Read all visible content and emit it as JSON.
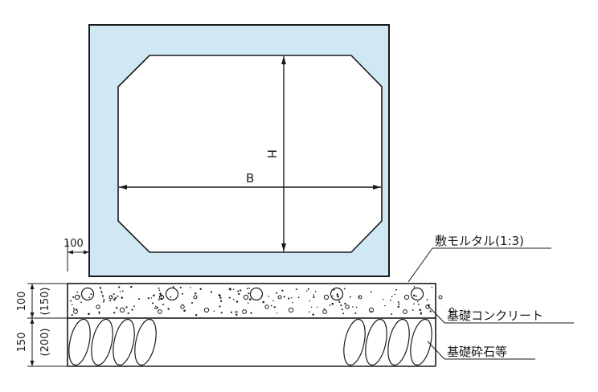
{
  "labels": {
    "inner_width": "B",
    "inner_height": "H",
    "wall_thickness": "100",
    "mortar_bed": "敷モルタル(1:3)",
    "foundation_concrete": "基礎コンクリート",
    "foundation_gravel": "基礎砕石等",
    "concrete_thickness": "100",
    "concrete_thickness_alt": "(150)",
    "gravel_thickness": "150",
    "gravel_thickness_alt": "(200)"
  },
  "colors": {
    "box_fill": "#cfe8f3",
    "line": "#1a1a1a",
    "background": "#ffffff"
  }
}
